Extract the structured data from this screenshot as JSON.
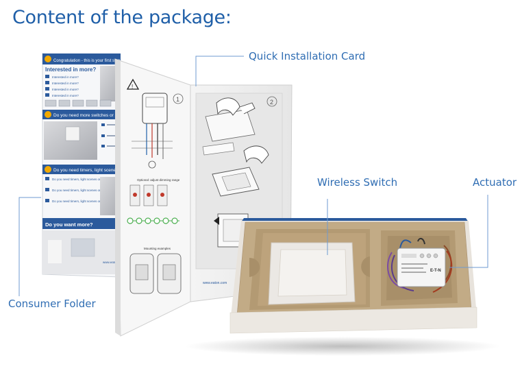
{
  "page": {
    "title": "Content of the package:"
  },
  "labels": {
    "quick_card": "Quick Installation Card",
    "wireless_switch": "Wireless Switch",
    "actuator": "Actuator",
    "consumer_folder": "Consumer Folder"
  },
  "folder": {
    "step1": "Congratulation - this is your first step to a smarter home!",
    "interested": "Interested in more?",
    "item": "Interested in more?",
    "step2": "Do you need more switches or a more…",
    "step3": "Do you need timers, light scenes or app control?",
    "q1": "Do you need timers, light scenes or app control?",
    "want_more": "Do you want more?",
    "url": "www.eaton.com"
  },
  "card": {
    "step_1": "1",
    "step_2": "2",
    "url": "www.eaton.com",
    "dimming_caption": "Optional: adjust dimming range",
    "mounting_caption": "Mounting examples"
  },
  "actuator_device": {
    "brand": "E-T-N"
  },
  "colors": {
    "title_blue": "#1f5fa8",
    "label_blue": "#2f6db3",
    "folder_blue": "#2b5a9c",
    "box_kraft": "#c2ab86",
    "box_outer": "#ece8e2",
    "icon_yellow": "#f2a900"
  }
}
